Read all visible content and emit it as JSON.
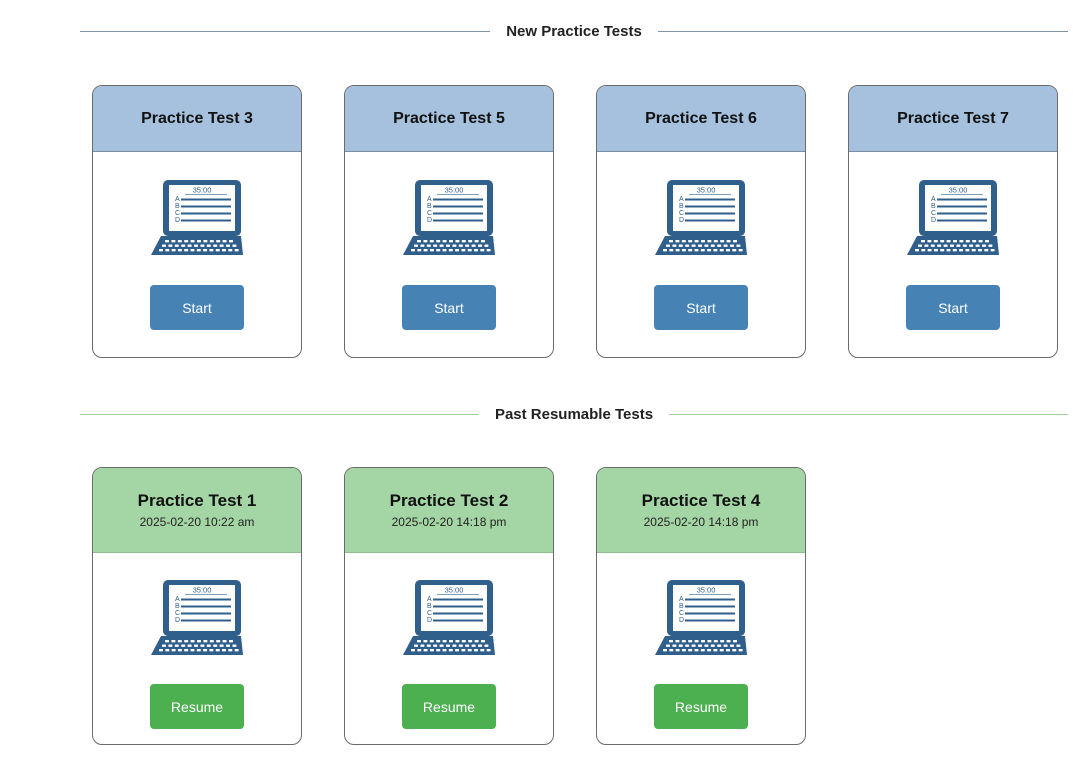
{
  "sections": {
    "new": {
      "title": "New Practice Tests"
    },
    "past": {
      "title": "Past Resumable Tests"
    }
  },
  "laptop_icon": {
    "name": "laptop-test-icon",
    "timer": "35:00",
    "letters": [
      "A",
      "B",
      "C",
      "D"
    ]
  },
  "new_tests": [
    {
      "title": "Practice Test 3",
      "button": "Start"
    },
    {
      "title": "Practice Test 5",
      "button": "Start"
    },
    {
      "title": "Practice Test 6",
      "button": "Start"
    },
    {
      "title": "Practice Test 7",
      "button": "Start"
    }
  ],
  "past_tests": [
    {
      "title": "Practice Test 1",
      "date": "2025-02-20 10:22 am",
      "button": "Resume"
    },
    {
      "title": "Practice Test 2",
      "date": "2025-02-20 14:18 pm",
      "button": "Resume"
    },
    {
      "title": "Practice Test 4",
      "date": "2025-02-20 14:18 pm",
      "button": "Resume"
    }
  ],
  "colors": {
    "new_header": "#a5c1dd",
    "start_button": "#4682b4",
    "past_header": "#a4d6a5",
    "resume_button": "#4caf50",
    "laptop": "#2f5f8a"
  }
}
